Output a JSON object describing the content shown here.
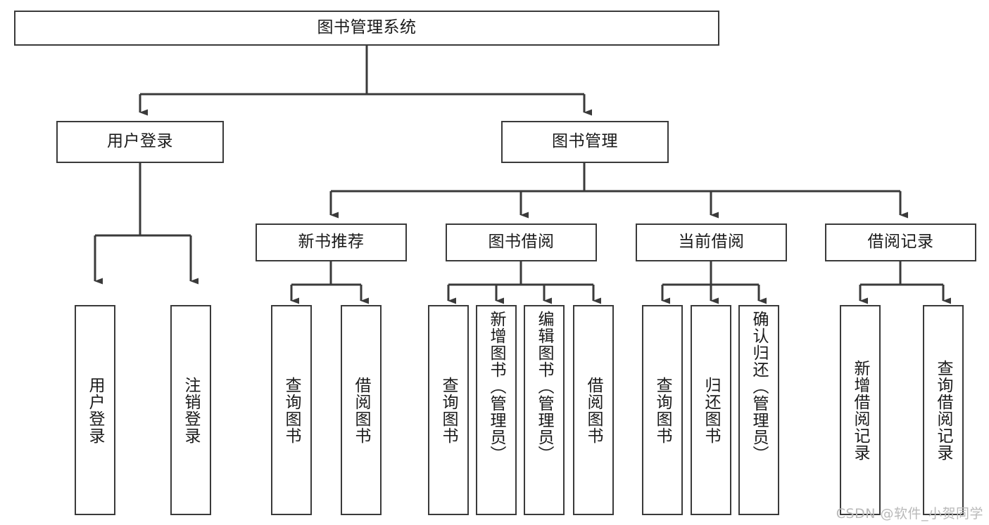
{
  "diagram": {
    "type": "tree",
    "title": "图书管理系统",
    "orientation": "top-down",
    "colors": {
      "box_border": "#3a3a3a",
      "box_fill": "#ffffff",
      "connector": "#3a3a3a",
      "text": "#1a1a1a",
      "watermark": "#b9b9b9",
      "background": "#ffffff"
    },
    "root": {
      "id": "root",
      "label": "图书管理系统"
    },
    "level2": [
      {
        "id": "user-login",
        "label": "用户登录"
      },
      {
        "id": "book-manage",
        "label": "图书管理"
      }
    ],
    "level3": [
      {
        "id": "new-book-recommend",
        "label": "新书推荐",
        "parent": "book-manage"
      },
      {
        "id": "book-borrow",
        "label": "图书借阅",
        "parent": "book-manage"
      },
      {
        "id": "current-borrow",
        "label": "当前借阅",
        "parent": "book-manage"
      },
      {
        "id": "borrow-record",
        "label": "借阅记录",
        "parent": "book-manage"
      }
    ],
    "leaves": {
      "user_login": [
        {
          "id": "leaf-user-login",
          "label": "用户登录"
        },
        {
          "id": "leaf-user-logout",
          "label": "注销登录"
        }
      ],
      "new_book_recommend": [
        {
          "id": "leaf-query-book-1",
          "label": "查询图书"
        },
        {
          "id": "leaf-borrow-book-1",
          "label": "借阅图书"
        }
      ],
      "book_borrow": [
        {
          "id": "leaf-query-book-2",
          "label": "查询图书"
        },
        {
          "id": "leaf-add-book",
          "label": "新增图书（管理员）"
        },
        {
          "id": "leaf-edit-book",
          "label": "编辑图书（管理员）"
        },
        {
          "id": "leaf-borrow-book-2",
          "label": "借阅图书"
        }
      ],
      "current_borrow": [
        {
          "id": "leaf-query-book-3",
          "label": "查询图书"
        },
        {
          "id": "leaf-return-book",
          "label": "归还图书"
        },
        {
          "id": "leaf-confirm-return",
          "label": "确认归还（管理员）"
        }
      ],
      "borrow_record": [
        {
          "id": "leaf-add-record",
          "label": "新增借阅记录"
        },
        {
          "id": "leaf-query-record",
          "label": "查询借阅记录"
        }
      ]
    }
  },
  "watermark": {
    "text": "CSDN @软件_小贺同学"
  }
}
